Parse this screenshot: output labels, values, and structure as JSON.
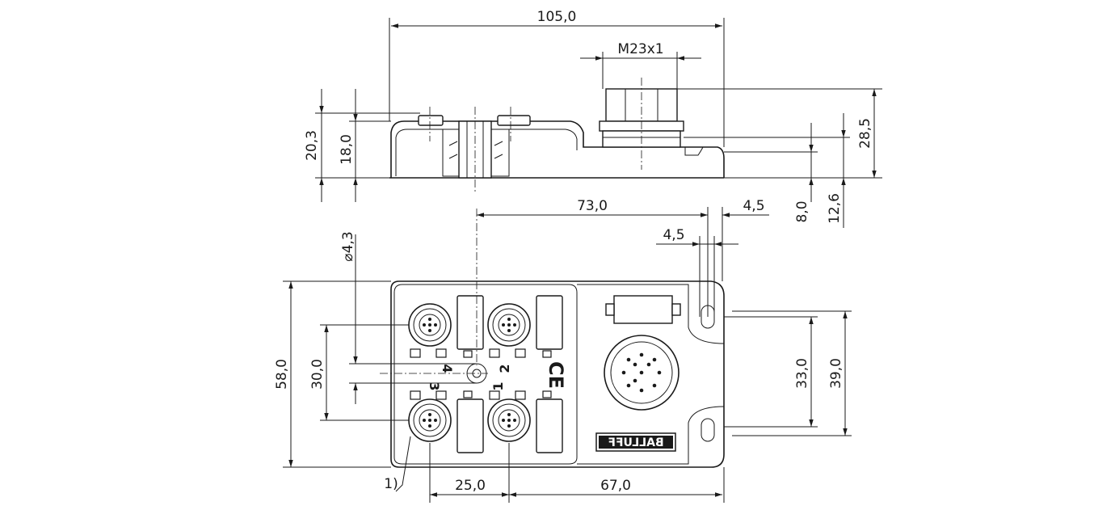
{
  "dimensions": {
    "overall_length": "105,0",
    "connector_thread": "M23x1",
    "height_side": "20,3",
    "height_body": "18,0",
    "height_total": "28,5",
    "flange_height": "8,0",
    "connector_base_height": "12,6",
    "hole_diameter": "⌀4,3",
    "hole_offset": "73,0",
    "edge_offset_top": "4,5",
    "edge_offset_left": "4,5",
    "body_width": "58,0",
    "port_pitch_vertical": "30,0",
    "hole_spacing": "33,0",
    "width_39": "39,0",
    "port_pitch_horizontal": "25,0",
    "offset_67": "67,0"
  },
  "port_labels": [
    "4",
    "2",
    "3",
    "1"
  ],
  "brand": "BALLUFF",
  "callout": "1)"
}
